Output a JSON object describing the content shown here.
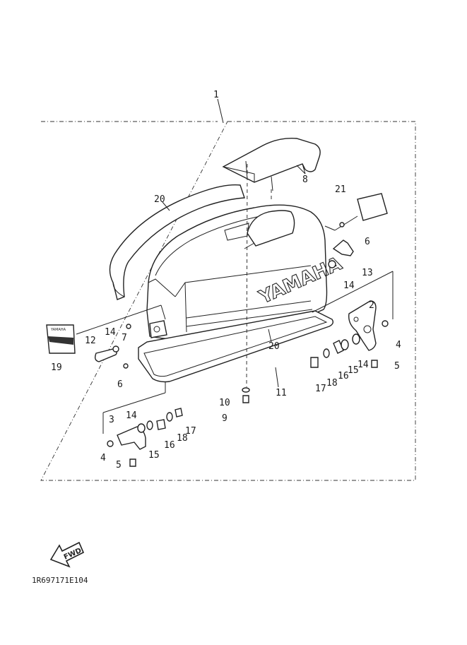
{
  "diagram": {
    "callouts": {
      "c1": "1",
      "c2": "2",
      "c3": "3",
      "c4a": "4",
      "c4b": "4",
      "c5a": "5",
      "c5b": "5",
      "c6a": "6",
      "c6b": "6",
      "c7": "7",
      "c8": "8",
      "c9": "9",
      "c10": "10",
      "c11": "11",
      "c12": "12",
      "c13": "13",
      "c14a": "14",
      "c14b": "14",
      "c14c": "14",
      "c14d": "14",
      "c15a": "15",
      "c15b": "15",
      "c16a": "16",
      "c16b": "16",
      "c17a": "17",
      "c17b": "17",
      "c18a": "18",
      "c18b": "18",
      "c19": "19",
      "c20a": "20",
      "c20b": "20",
      "c21": "21"
    },
    "brand_text": "YAMAHA",
    "decal_text": "YAMAHA",
    "fwd_label": "FWD",
    "part_code": "1R697171E104"
  }
}
